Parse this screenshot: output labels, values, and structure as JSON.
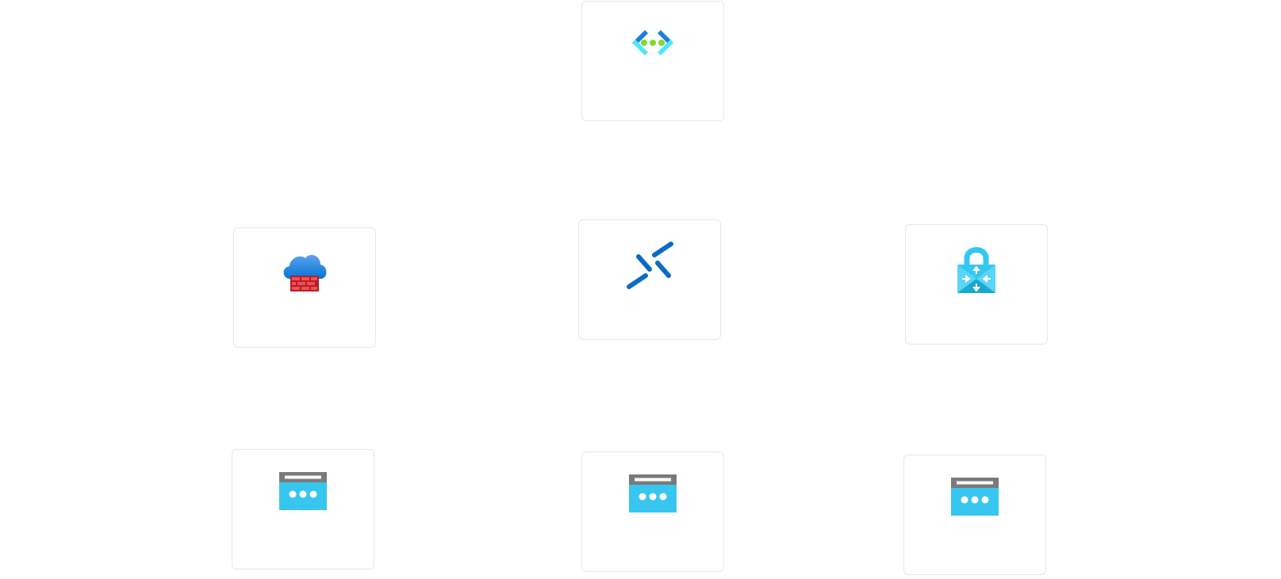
{
  "diagram": {
    "nodes": [
      {
        "id": "vnet",
        "icon": "virtual-network-icon",
        "label": ""
      },
      {
        "id": "firewall",
        "icon": "firewall-icon",
        "label": ""
      },
      {
        "id": "peering",
        "icon": "peering-icon",
        "label": ""
      },
      {
        "id": "vpn-gateway",
        "icon": "vpn-gateway-icon",
        "label": ""
      },
      {
        "id": "subnet-1",
        "icon": "subnet-icon",
        "label": ""
      },
      {
        "id": "subnet-2",
        "icon": "subnet-icon",
        "label": ""
      },
      {
        "id": "subnet-3",
        "icon": "subnet-icon",
        "label": ""
      }
    ]
  },
  "colors": {
    "azure_blue": "#0a78d4",
    "azure_cyan": "#50e6ff",
    "green_dot": "#86d633",
    "firewall_red": "#d6242b",
    "card_border": "#e7e7e7"
  }
}
